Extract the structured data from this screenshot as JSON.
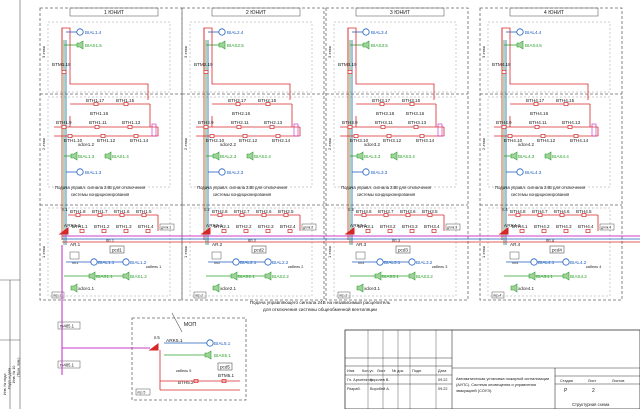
{
  "units": [
    {
      "title": "1 ЮНИТ",
      "floor3_devices": [
        "BIAL1.4",
        "BIAS1.5"
      ],
      "btm_top": "BTM1.18",
      "floor2_btm_row1": [
        "BTH1.17",
        "BTH1.15"
      ],
      "floor2_btm_row1b": [
        "BTH1.16"
      ],
      "floor2_btm_row2": [
        "BTH1.9",
        "BTH1.11",
        "BTH1.13"
      ],
      "floor2_btm_row3": [
        "BTH1.10",
        "BTH1.12",
        "BTH1.14"
      ],
      "floor2_devices": [
        "xdce1.2",
        "BIAL1.3",
        "BIAS1.4",
        "BIAL1.3"
      ],
      "floor1_btm_row1": [
        "BTH1.8",
        "BTH1.7",
        "BTH1.6",
        "BTH1.5"
      ],
      "floor1_btm_row2": [
        "BTH1.1",
        "BTH1.2",
        "BTH1.3",
        "BTH1.4"
      ],
      "ark": "ARK1.1",
      "ar": "AR.1",
      "pcd": "pcd1",
      "bial_row": [
        "BIAL1.1",
        "BIAL1.2"
      ],
      "bias_row": [
        "BIAS1.1",
        "BIAS1.2"
      ],
      "xdce": "xdce1.1",
      "lbl_n": "п.1",
      "lbl_nn": "пп.1",
      "lbl_kab": "кабель 1",
      "lbl_pod": "лгр.1",
      "lbl_dpcs": "дплк.1",
      "lbl_rs": "пп1"
    },
    {
      "title": "2 ЮНИТ",
      "floor3_devices": [
        "BIAL2.4",
        "BIAS2.5"
      ],
      "btm_top": "BTM2.19",
      "floor2_btm_row1": [
        "BTH2.17",
        "BTH2.15"
      ],
      "floor2_btm_row1b": [
        "BTH2.16"
      ],
      "floor2_btm_row2": [
        "BTH2.9",
        "BTH2.11",
        "BTH2.13"
      ],
      "floor2_btm_row3": [
        "BTH2.10",
        "BTH2.12",
        "BTH2.14"
      ],
      "floor2_devices": [
        "xdce2.2",
        "BIAL2.3",
        "BIAS2.4",
        "BIAL2.3"
      ],
      "floor1_btm_row1": [
        "BTH2.8",
        "BTH2.7",
        "BTH2.6",
        "BTH2.5"
      ],
      "floor1_btm_row2": [
        "BTH2.1",
        "BTH2.2",
        "BTH2.3",
        "BTH2.4"
      ],
      "ark": "ARK2.1",
      "ar": "AR.2",
      "pcd": "pcd2",
      "bial_row": [
        "BIAL2.1",
        "BIAL2.2"
      ],
      "bias_row": [
        "BIAS2.1",
        "BIAS2.2"
      ],
      "xdce": "xdce2.1",
      "lbl_n": "п.2",
      "lbl_nn": "пп.2",
      "lbl_kab": "кабель 2",
      "lbl_pod": "лгр.2",
      "lbl_dpcs": "дплк.2",
      "lbl_rs": "пп2"
    },
    {
      "title": "3 ЮНИТ",
      "floor3_devices": [
        "BIAL3.4",
        "BIAS3.5"
      ],
      "btm_top": "BTM3.19",
      "floor2_btm_row1": [
        "BTH3.17",
        "BTH3.15"
      ],
      "floor2_btm_row1b": [
        "BTH3.18",
        "BTH3.16"
      ],
      "floor2_btm_row2": [
        "BTH3.9",
        "BTH3.11",
        "BTH3.13"
      ],
      "floor2_btm_row3": [
        "BTH3.10",
        "BTH3.12",
        "BTH3.14"
      ],
      "floor2_devices": [
        "xdce3.2",
        "BIAL3.3",
        "BIAS3.4",
        "BIAL3.3"
      ],
      "floor1_btm_row1": [
        "BTH3.8",
        "BTH3.7",
        "BTH3.6",
        "BTH3.5"
      ],
      "floor1_btm_row2": [
        "BTH3.1",
        "BTH3.2",
        "BTH3.3",
        "BTH3.4"
      ],
      "ark": "ARK3.1",
      "ar": "AR.3",
      "pcd": "pcd3",
      "bial_row": [
        "BIAL3.1",
        "BIAL3.2"
      ],
      "bias_row": [
        "BIAS3.1",
        "BIAS3.2"
      ],
      "xdce": "xdce3.1",
      "lbl_n": "п.3",
      "lbl_nn": "пп.3",
      "lbl_kab": "кабель 3",
      "lbl_pod": "лгр.3",
      "lbl_dpcs": "дплк.3",
      "lbl_rs": "пп3"
    },
    {
      "title": "4 ЮНИТ",
      "floor3_devices": [
        "BIAL4.4",
        "BIAS4.5"
      ],
      "btm_top": "BTM4.18",
      "floor2_btm_row1": [
        "BTH4.17",
        "BTH4.15"
      ],
      "floor2_btm_row1b": [
        "BTH4.16"
      ],
      "floor2_btm_row2": [
        "BTH4.9",
        "BTH4.11",
        "BTH4.13"
      ],
      "floor2_btm_row3": [
        "BTH4.10",
        "BTH4.12",
        "BTH4.14"
      ],
      "floor2_devices": [
        "xdce4.2",
        "BIAL4.3",
        "BIAS4.4",
        "BIAL4.3"
      ],
      "floor1_btm_row1": [
        "BTH4.8",
        "BTH4.7",
        "BTH4.6",
        "BTH4.5"
      ],
      "floor1_btm_row2": [
        "BTH4.1",
        "BTH4.2",
        "BTH4.3",
        "BTH4.4"
      ],
      "ark": "ARK4.1",
      "ar": "AR.4",
      "pcd": "pcd4",
      "bial_row": [
        "BIAL4.1",
        "BIAL4.2"
      ],
      "bias_row": [
        "BIAS4.1",
        "BIAS4.2"
      ],
      "xdce": "xdce4.1",
      "lbl_n": "п.4",
      "lbl_nn": "пп.4",
      "lbl_kab": "кабель 4",
      "lbl_pod": "лгр.4",
      "lbl_dpcs": "дплк.4",
      "lbl_rs": "пп4"
    }
  ],
  "floor_labels": [
    "3 этаж",
    "2 этаж",
    "1 этаж"
  ],
  "ac_note": [
    "Подача управл. сигнала 24В для отключения",
    "системы кондиционирования"
  ],
  "vent_note": [
    "Подача управляющего сигнала 24В на независимый расцепитель",
    "для отключения системы общеобменной вентиляции"
  ],
  "mop": {
    "title": "МОП",
    "ark": "ARK5.1",
    "bial": "BIAL5.1",
    "bias": "BIAS5.1",
    "pcd": "pcd5",
    "btm_a": "BTH5.2",
    "btm_b": "BTM5.1",
    "lbl_n": "п.5",
    "lbl_kab": "кабель 5",
    "lbl_pod": "лгр.5"
  },
  "rs_labels": [
    "rs485.1",
    "rs485.1"
  ],
  "left_margin": [
    "Инв. № подл.",
    "Подп. и дата",
    "Взам. инв. №",
    "Согласовано"
  ],
  "left_bottom": [
    "Инв. № подл.",
    "Подп. и дата",
    "Инв. № 10",
    "(Техн. пом.)"
  ],
  "title_block": {
    "head": [
      "Изм.",
      "Кол.уч",
      "Лист",
      "№ док.",
      "Подп.",
      "Дата"
    ],
    "rows": [
      [
        "Гл. Архитектор",
        "Королев В.",
        "09.22"
      ],
      [
        "Разраб.",
        "Воробей А.",
        "09.22"
      ]
    ],
    "description": [
      "Автоматическая установка пожарной сигнализации",
      "(АУПС). Система оповещения и управления",
      "эвакуацией (СОУЭ)."
    ],
    "stage_head": [
      "Стадия",
      "Лист",
      "Листов"
    ],
    "stage_vals": [
      "Р",
      "2",
      ""
    ],
    "bottom": "Структурная схема"
  },
  "colors": {
    "red": "#d62728",
    "green": "#2ca02c",
    "blue": "#1f5fbf",
    "magenta": "#c83cc8",
    "dark": "#444444",
    "dash": "#666666"
  }
}
